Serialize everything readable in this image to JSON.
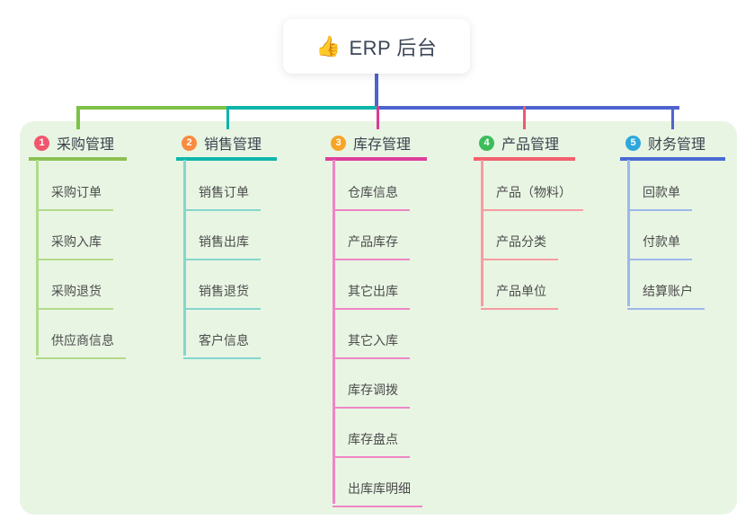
{
  "root": {
    "icon": "👍",
    "label": "ERP 后台"
  },
  "colors": {
    "canvas_bg": "#ffffff",
    "panel_bg": "#e8f5e3",
    "root_text": "#3d4656",
    "root_connector": "#4f63cf",
    "header_text": "#3b434f",
    "child_text": "#4c4c4c",
    "bus_segments": [
      "#7cc244",
      "#0cb5a9",
      "#4f63cf"
    ]
  },
  "branches": [
    {
      "badge": "1",
      "label": "采购管理",
      "badge_color": "#f0576e",
      "line_color": "#8cc152",
      "child_line_color": "#b3d98c",
      "connector_color": "#7cc244",
      "children": [
        "采购订单",
        "采购入库",
        "采购退货",
        "供应商信息"
      ]
    },
    {
      "badge": "2",
      "label": "销售管理",
      "badge_color": "#fa8b41",
      "line_color": "#10b7ab",
      "child_line_color": "#85d6cd",
      "connector_color": "#0cb5a9",
      "children": [
        "销售订单",
        "销售出库",
        "销售退货",
        "客户信息"
      ]
    },
    {
      "badge": "3",
      "label": "库存管理",
      "badge_color": "#f6a527",
      "line_color": "#de3f9c",
      "child_line_color": "#ef86c5",
      "connector_color": "#da3b95",
      "children": [
        "仓库信息",
        "产品库存",
        "其它出库",
        "其它入库",
        "库存调拨",
        "库存盘点",
        "出库库明细"
      ]
    },
    {
      "badge": "4",
      "label": "产品管理",
      "badge_color": "#3dbc5b",
      "line_color": "#f2606b",
      "child_line_color": "#f79ba2",
      "connector_color": "#f0586a",
      "children": [
        "产品（物料）",
        "产品分类",
        "产品单位"
      ]
    },
    {
      "badge": "5",
      "label": "财务管理",
      "badge_color": "#2ea7dc",
      "line_color": "#4a6ad2",
      "child_line_color": "#9db8ea",
      "connector_color": "#4f63cf",
      "children": [
        "回款单",
        "付款单",
        "结算账户"
      ]
    }
  ]
}
